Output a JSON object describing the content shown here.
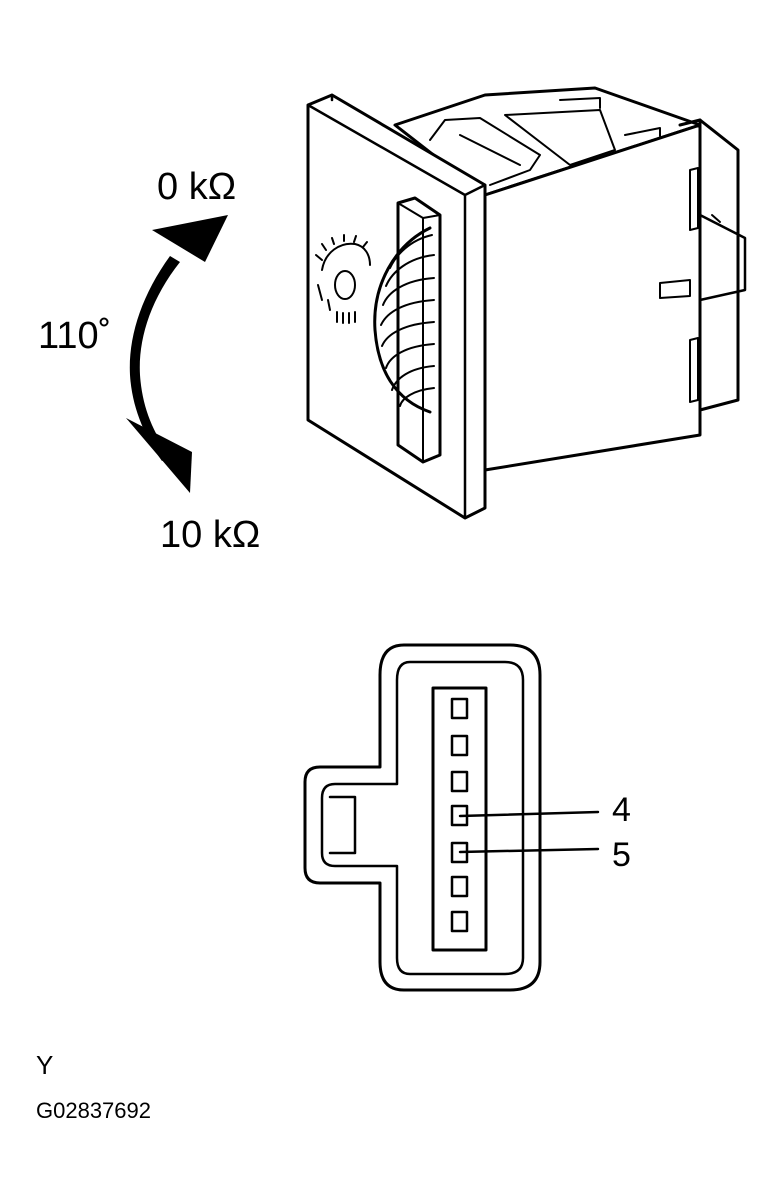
{
  "dial": {
    "top_value": "0 kΩ",
    "angle": "110˚",
    "bottom_value": "10 kΩ"
  },
  "connector": {
    "pin_count": 7,
    "callouts": [
      "4",
      "5"
    ]
  },
  "footer": {
    "code_letter": "Y",
    "figure_id": "G02837692"
  }
}
